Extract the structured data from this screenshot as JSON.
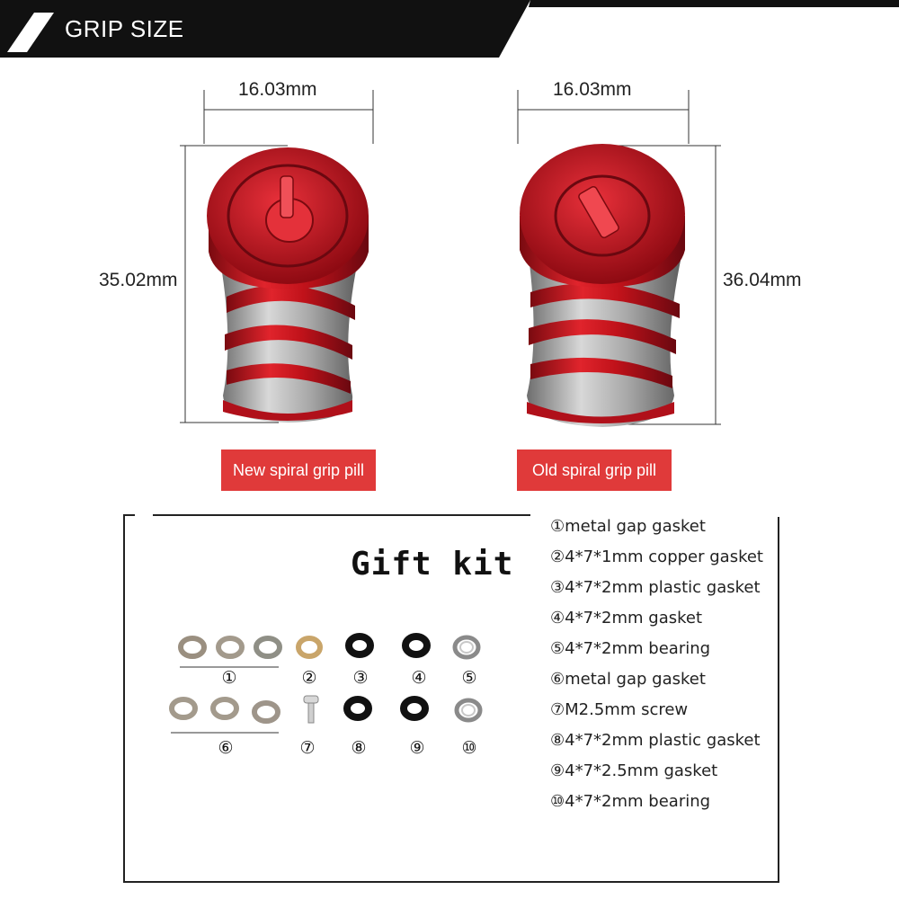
{
  "header": {
    "title": "GRIP SIZE"
  },
  "grips": {
    "new": {
      "width": "16.03mm",
      "height": "35.02mm",
      "label": "New spiral grip pill"
    },
    "old": {
      "width": "16.03mm",
      "height": "36.04mm",
      "label": "Old spiral grip pill"
    }
  },
  "kit": {
    "title": "Gift kit",
    "numbers": [
      "①",
      "②",
      "③",
      "④",
      "⑤",
      "⑥",
      "⑦",
      "⑧",
      "⑨",
      "⑩"
    ],
    "items": [
      "①metal gap gasket",
      "②4*7*1mm copper gasket",
      "③4*7*2mm plastic gasket",
      "④4*7*2mm gasket",
      "⑤4*7*2mm bearing",
      "⑥metal gap gasket",
      "⑦M2.5mm screw",
      "⑧4*7*2mm plastic gasket",
      "⑨4*7*2.5mm gasket",
      "⑩4*7*2mm bearing"
    ]
  },
  "colors": {
    "accent": "#e03a3a",
    "banner": "#111111",
    "grip_red": "#c4101a",
    "grip_silver": "#9a9a9a"
  }
}
